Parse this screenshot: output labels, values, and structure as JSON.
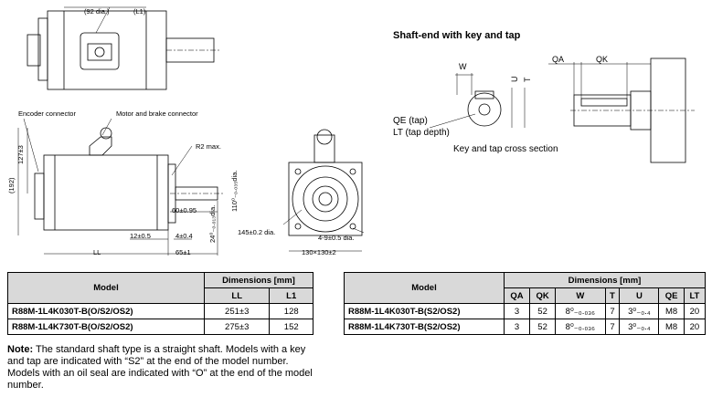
{
  "drawing": {
    "top_labels": {
      "dia92": "(92 dia.)",
      "l1": "(L1)"
    },
    "encoder_connector": "Encoder connector",
    "motor_brake_connector": "Motor and brake connector",
    "r2": "R2 max.",
    "dim_192": "(192)",
    "dim_127": "127±3",
    "dim_60": "60±0.95",
    "dim_110": "110⁰₋₀.₀₃₅dia.",
    "dim_24": "24⁰₋₀.₀₁₃dia.",
    "dim_12": "12±0.5",
    "dim_4": "4±0.4",
    "dim_ll": "LL",
    "dim_65": "65±1",
    "dim_145": "145±0.2 dia.",
    "dim_holes": "4-9±0.5 dia.",
    "dim_130": "130×130±2"
  },
  "shaft_end": {
    "title": "Shaft-end with key and tap",
    "w": "W",
    "u": "U",
    "t": "T",
    "qa": "QA",
    "qk": "QK",
    "qe": "QE (tap)",
    "lt": "LT (tap depth)",
    "caption": "Key and tap cross section"
  },
  "table_left": {
    "model_header": "Model",
    "dims_header": "Dimensions [mm]",
    "cols": [
      "LL",
      "L1"
    ],
    "rows": [
      {
        "model": "R88M-1L4K030T-B(O/S2/OS2)",
        "values": [
          "251±3",
          "128"
        ]
      },
      {
        "model": "R88M-1L4K730T-B(O/S2/OS2)",
        "values": [
          "275±3",
          "152"
        ]
      }
    ]
  },
  "table_right": {
    "model_header": "Model",
    "dims_header": "Dimensions [mm]",
    "cols": [
      "QA",
      "QK",
      "W",
      "T",
      "U",
      "QE",
      "LT"
    ],
    "rows": [
      {
        "model": "R88M-1L4K030T-B(S2/OS2)",
        "values": [
          "3",
          "52",
          "8⁰₋₀.₀₃₆",
          "7",
          "3⁰₋₀.₄",
          "M8",
          "20"
        ]
      },
      {
        "model": "R88M-1L4K730T-B(S2/OS2)",
        "values": [
          "3",
          "52",
          "8⁰₋₀.₀₃₆",
          "7",
          "3⁰₋₀.₄",
          "M8",
          "20"
        ]
      }
    ]
  },
  "note": {
    "prefix": "Note:",
    "text": "The standard shaft type is a straight shaft. Models with a key and tap are indicated with “S2” at the end of the model number. Models with an oil seal are indicated with “O” at the end of the model number."
  }
}
